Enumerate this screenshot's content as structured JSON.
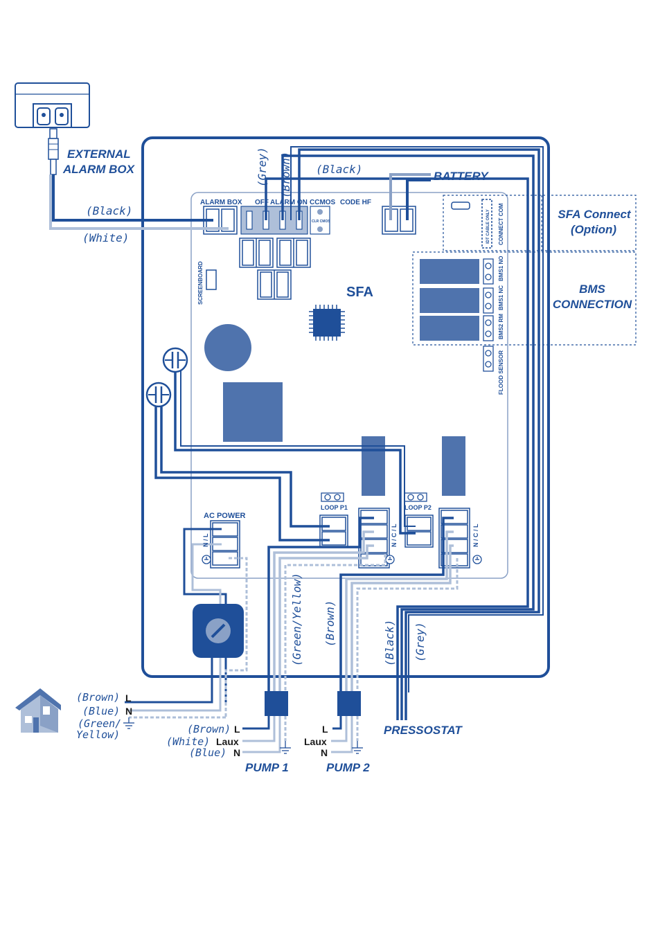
{
  "labels": {
    "external_alarm_box_1": "EXTERNAL",
    "external_alarm_box_2": "ALARM BOX",
    "black_alarm": "(Black)",
    "white_alarm": "(White)",
    "grey_top": "(Grey)",
    "brown_top": "(Brown)",
    "black_top": "(Black)",
    "battery": "BATTERY",
    "sfa_connect_1": "SFA Connect",
    "sfa_connect_2": "(Option)",
    "bms_1": "BMS",
    "bms_2": "CONNECTION",
    "pressostat": "PRESSOSTAT",
    "pump1": "PUMP 1",
    "pump2": "PUMP 2"
  },
  "board": {
    "alarm_box": "ALARM BOX",
    "off": "OFF",
    "alarm_on": "ALARM ON",
    "ccmos": "CCMOS",
    "clr_cmos": "CLR CMOS",
    "code_hf": "CODE HF",
    "screenboard": "SCREENBOARD",
    "sfa": "SFA",
    "idt_cable": "IDT CABLE ONLY",
    "connect_com": "CONNECT COM",
    "bms1_no": "BMS1 NO",
    "bms1_nc": "BMS1 NC",
    "bms2_rm": "BMS2 RM",
    "flood_sensor": "FLOOD SENSOR",
    "loop_p1": "LOOP P1",
    "loop_p2": "LOOP P2",
    "ac_power": "AC POWER",
    "ncl_1": "N / C / L",
    "ncl_2": "N / C / L",
    "nl": "N / L"
  },
  "wires": {
    "green_yellow": "(Green/Yellow)",
    "brown_p2": "(Brown)",
    "black_p": "(Black)",
    "grey_p": "(Grey)"
  },
  "mains": {
    "brown": "(Brown)",
    "L": "L",
    "blue": "(Blue)",
    "N": "N",
    "green": "(Green/",
    "yellow": "Yellow)"
  },
  "pump1_terms": {
    "brown": "(Brown)",
    "L": "L",
    "white": "(White)",
    "laux": "Laux",
    "blue": "(Blue)",
    "N": "N"
  },
  "pump2_terms": {
    "L": "L",
    "laux": "Laux",
    "N": "N"
  },
  "colors": {
    "primary": "#1f4f99",
    "block": "#4f73ad",
    "light": "#aebfd9",
    "board_stroke": "#8aa1c6"
  }
}
